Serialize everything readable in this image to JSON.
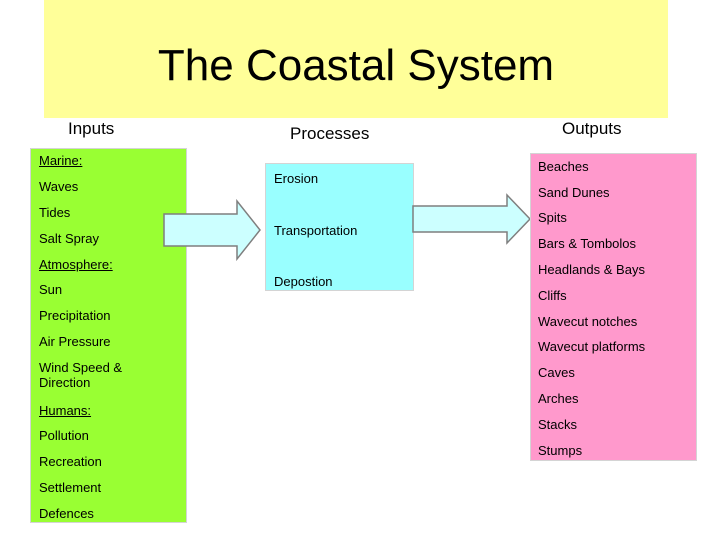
{
  "title": "The Coastal System",
  "colors": {
    "title_band": "#ffff99",
    "inputs_box": "#99ff33",
    "processes_box": "#99ffff",
    "outputs_box": "#ff99cc",
    "arrow_fill": "#ccffff",
    "arrow_stroke": "#7f7f7f"
  },
  "inputs": {
    "heading": "Inputs",
    "items": [
      "Marine:",
      "Waves",
      "Tides",
      "Salt Spray",
      "Atmosphere:",
      "Sun",
      "Precipitation",
      "Air Pressure",
      "Wind Speed & Direction",
      "Humans:",
      "Pollution",
      "Recreation",
      "Settlement",
      "Defences"
    ]
  },
  "processes": {
    "heading": "Processes",
    "items": [
      "Erosion",
      "Transportation",
      "Depostion"
    ]
  },
  "outputs": {
    "heading": "Outputs",
    "items": [
      "Beaches",
      "Sand Dunes",
      "Spits",
      "Bars & Tombolos",
      "Headlands & Bays",
      "Cliffs",
      "Wavecut notches",
      "Wavecut platforms",
      "Caves",
      "Arches",
      "Stacks",
      "Stumps"
    ]
  }
}
